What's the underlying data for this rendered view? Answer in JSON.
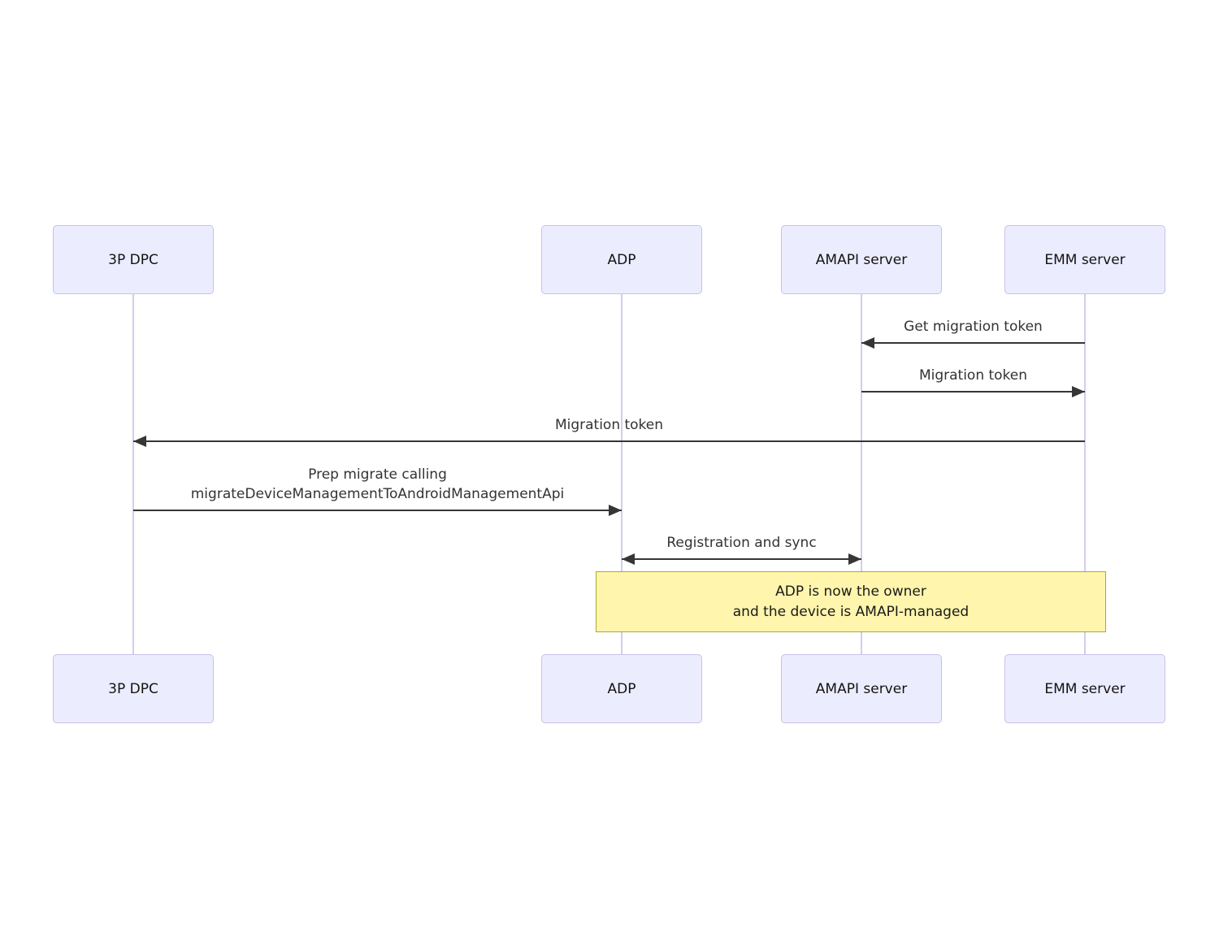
{
  "diagram": {
    "type": "sequence-diagram",
    "actors": [
      {
        "id": "3p-dpc",
        "label": "3P DPC"
      },
      {
        "id": "adp",
        "label": "ADP"
      },
      {
        "id": "amapi-server",
        "label": "AMAPI server"
      },
      {
        "id": "emm-server",
        "label": "EMM server"
      }
    ],
    "messages": [
      {
        "from": "EMM server",
        "to": "AMAPI server",
        "arrow": "left",
        "label": "Get migration token"
      },
      {
        "from": "AMAPI server",
        "to": "EMM server",
        "arrow": "right",
        "label": "Migration token"
      },
      {
        "from": "EMM server",
        "to": "3P DPC",
        "arrow": "left",
        "label": "Migration token"
      },
      {
        "from": "3P DPC",
        "to": "ADP",
        "arrow": "right",
        "label": "Prep migrate calling\nmigrateDeviceManagementToAndroidManagementApi"
      },
      {
        "from": "ADP",
        "to": "AMAPI server",
        "arrow": "both",
        "label": "Registration and sync"
      }
    ],
    "note": {
      "over": [
        "ADP",
        "EMM server"
      ],
      "text": "ADP is now the owner\nand the device is AMAPI-managed"
    },
    "colors": {
      "actor_fill": "#ECECFF",
      "actor_border": "#C9C0E8",
      "lifeline": "#D6CCEC",
      "note_fill": "#FFF5AD",
      "note_border": "#AAAA33",
      "arrow": "#363636",
      "message_text": "#333333"
    }
  }
}
